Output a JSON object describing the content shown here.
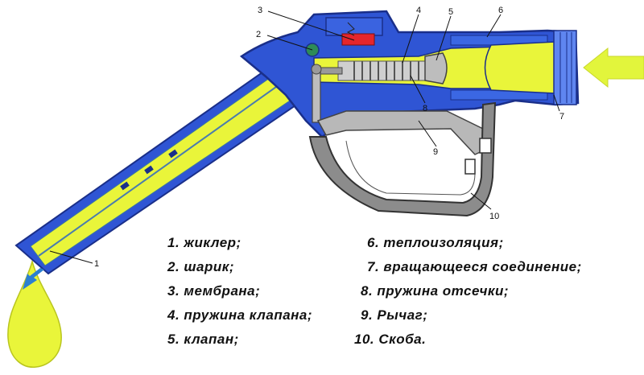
{
  "callouts": [
    "1",
    "2",
    "3",
    "4",
    "5",
    "6",
    "7",
    "8",
    "9",
    "10"
  ],
  "legend": [
    {
      "num": "1.",
      "text": "жиклер;"
    },
    {
      "num": "2.",
      "text": "шарик;"
    },
    {
      "num": "3.",
      "text": "мембрана;"
    },
    {
      "num": "4.",
      "text": "пружина клапана;"
    },
    {
      "num": "5.",
      "text": "клапан;"
    },
    {
      "num": "6.",
      "text": "теплоизоляция;"
    },
    {
      "num": "7.",
      "text": "вращающееся соединение;"
    },
    {
      "num": "8.",
      "text": "пружина отсечки;"
    },
    {
      "num": "9.",
      "text": "Рычаг;"
    },
    {
      "num": "10.",
      "text": "Скоба."
    }
  ],
  "colors": {
    "fuel": "#e9f53a",
    "body_blue": "#2f55d4",
    "body_outline": "#1a2f8a",
    "metal_gray": "#9a9a9a",
    "membrane_red": "#e5262c",
    "ball_green": "#2e8b57",
    "arrow_yellow": "#e2f53c",
    "arrow_blue": "#2b7fd1"
  }
}
